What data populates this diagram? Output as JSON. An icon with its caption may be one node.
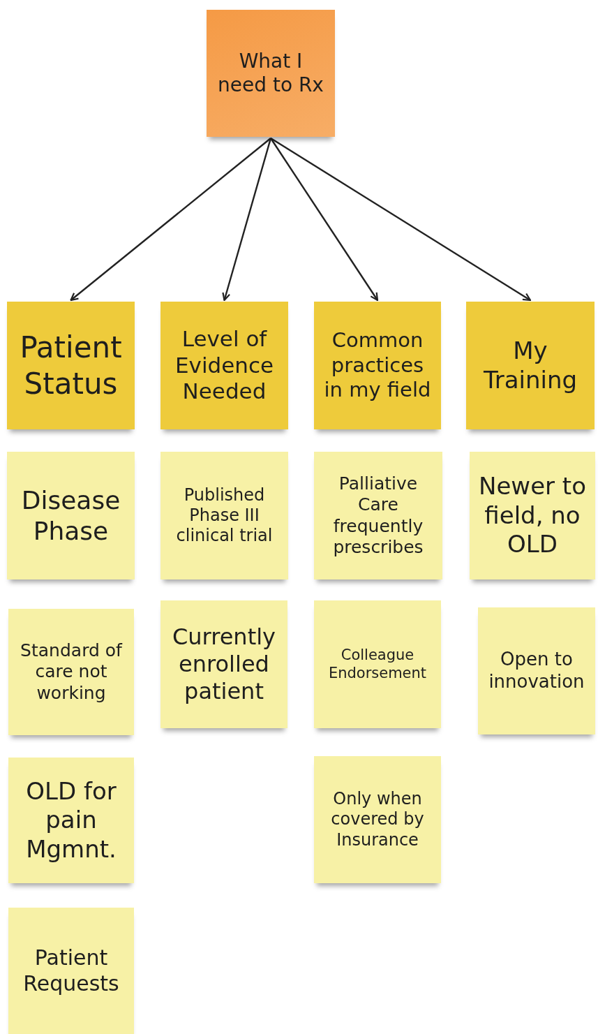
{
  "diagram": {
    "nodes": [
      {
        "text": [
          "What I need to Rx"
        ]
      },
      {
        "text": [
          "Patient Status"
        ]
      },
      {
        "text": [
          "Level of Evidence Needed"
        ]
      },
      {
        "text": [
          "Common practices in my field"
        ]
      },
      {
        "text": [
          "My Training"
        ]
      },
      {
        "text": [
          "Disease Phase"
        ]
      },
      {
        "text": [
          "Published Phase III clinical trial"
        ]
      },
      {
        "text": [
          "Palliative Care frequently prescribes"
        ]
      },
      {
        "text": [
          "Newer to field, no OLD"
        ]
      },
      {
        "text": [
          "Standard of care not working"
        ]
      },
      {
        "text": [
          "Currently enrolled patient"
        ]
      },
      {
        "text": [
          "Colleague Endorsement"
        ]
      },
      {
        "text": [
          "Open to innovation"
        ]
      },
      {
        "text": [
          "OLD for pain Mgmnt."
        ]
      },
      {
        "text": [
          "Only when covered by Insurance"
        ]
      },
      {
        "text": [
          "Patient Requests"
        ]
      }
    ],
    "edges": [
      {
        "from": 0,
        "to": 1,
        "arrow": "to"
      },
      {
        "from": 0,
        "to": 2,
        "arrow": "to"
      },
      {
        "from": 0,
        "to": 3,
        "arrow": "to"
      },
      {
        "from": 0,
        "to": 4,
        "arrow": "to"
      }
    ]
  }
}
